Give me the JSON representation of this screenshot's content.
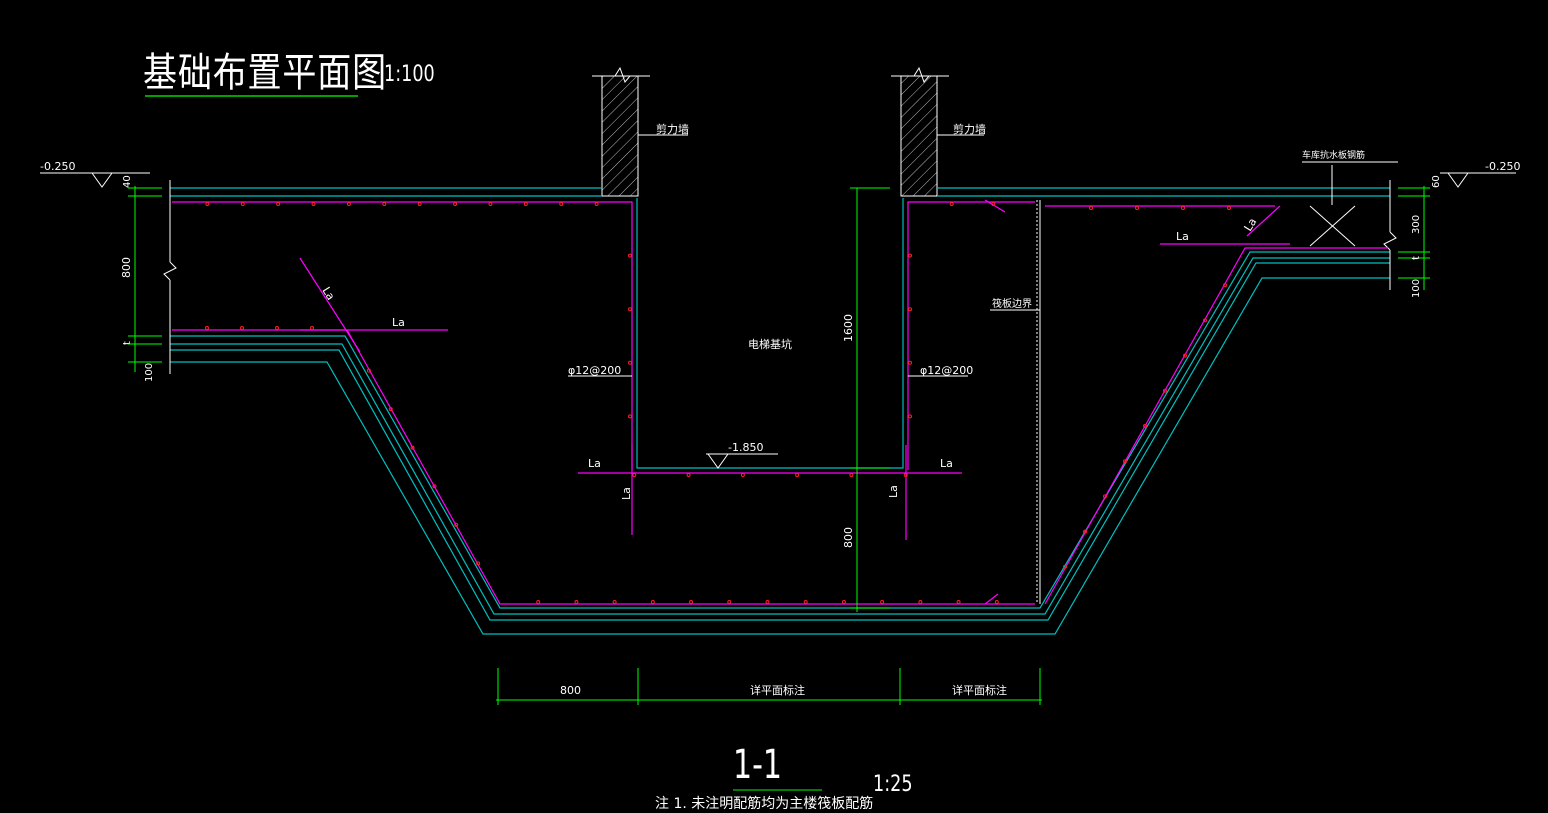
{
  "drawing": {
    "plan_title": "基础布置平面图",
    "plan_scale": "1:100",
    "section_title": "1-1",
    "section_scale": "1:25",
    "note": "注 1. 未注明配筋均为主楼筏板配筋"
  },
  "labels": {
    "wall_left": "剪力墙",
    "wall_right": "剪力墙",
    "elev_left": "-0.250",
    "elev_right": "-0.250",
    "elev_pit": "-1.850",
    "pit_name": "电梯基坑",
    "rebar_left": "φ12@200",
    "rebar_right": "φ12@200",
    "waterproof": "车库抗水板钢筋",
    "edge_note": "筏板边界",
    "la": "La",
    "dim_40": "40",
    "dim_800_left": "800",
    "dim_t_left": "t",
    "dim_100_left": "100",
    "dim_1600": "1600",
    "dim_800_mid": "800",
    "dim_60": "60",
    "dim_300": "300",
    "dim_t_right": "t",
    "dim_100_right": "100",
    "dim_bottom_800": "800",
    "dim_bottom_mid": "详平面标注",
    "dim_bottom_right": "详平面标注"
  },
  "colors": {
    "background": "#000000",
    "outline": "#ffffff",
    "concrete": "#00c0c0",
    "rebar": "#ff00ff",
    "rebar_dot": "#ff2020",
    "dimension": "#00ff00"
  }
}
